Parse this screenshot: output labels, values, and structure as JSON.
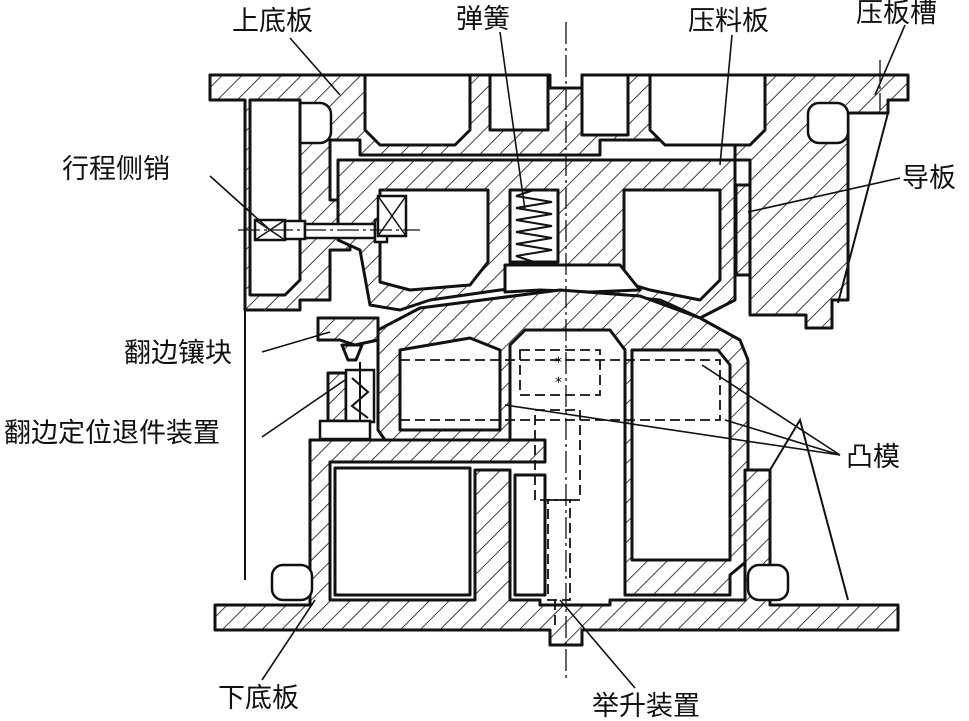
{
  "labels": {
    "upper_base": "上底板",
    "spring": "弹簧",
    "pressure_plate": "压料板",
    "press_groove": "压板槽",
    "stroke_pin": "行程侧销",
    "guide_plate": "导板",
    "flange_insert": "翻边镶块",
    "flange_locate_eject": "翻边定位退件装置",
    "punch": "凸模",
    "lower_base": "下底板",
    "lift_device": "举升装置"
  }
}
